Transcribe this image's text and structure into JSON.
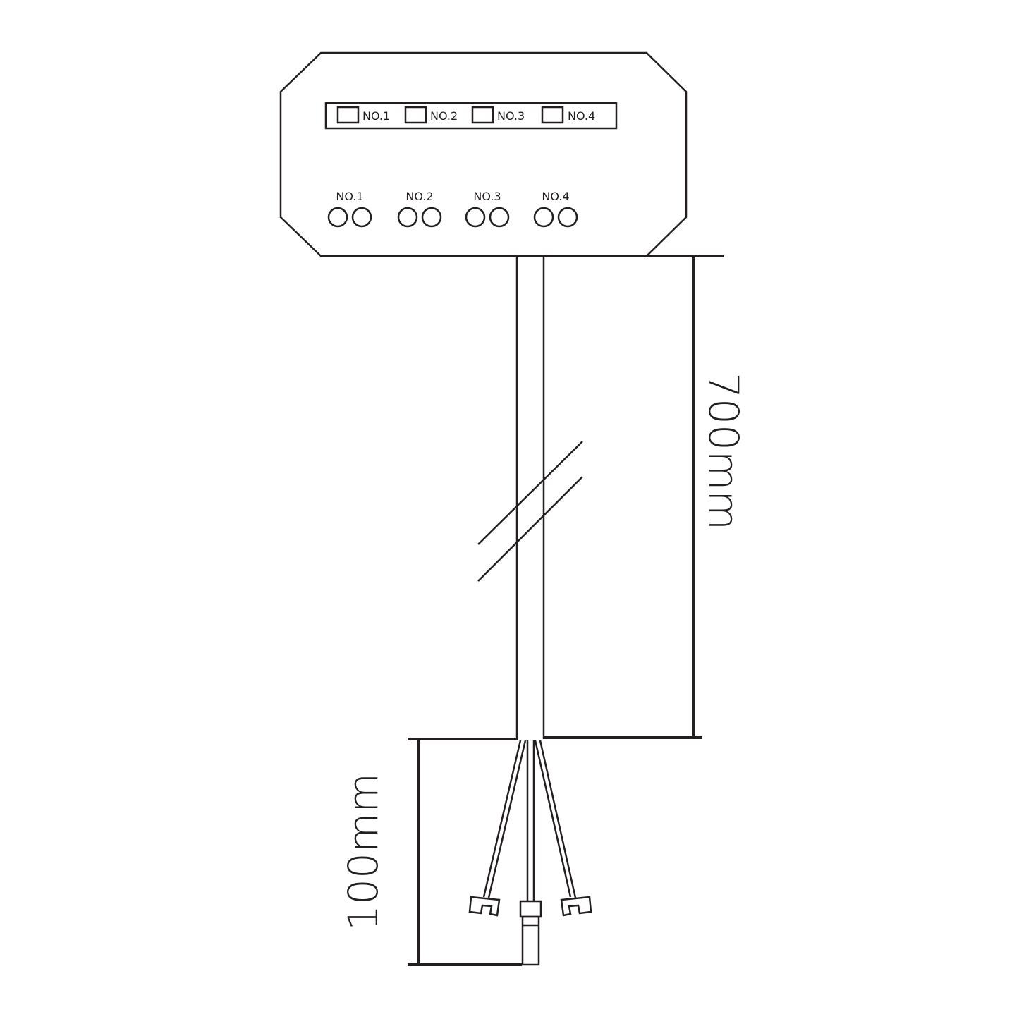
{
  "controller": {
    "switch_labels": [
      "NO.1",
      "NO.2",
      "NO.3",
      "NO.4"
    ],
    "port_labels": [
      "NO.1",
      "NO.2",
      "NO.3",
      "NO.4"
    ]
  },
  "dimensions": {
    "cable_length": "700mm",
    "lead_length": "100mm"
  },
  "colors": {
    "line": "#231f20",
    "background": "#ffffff"
  }
}
